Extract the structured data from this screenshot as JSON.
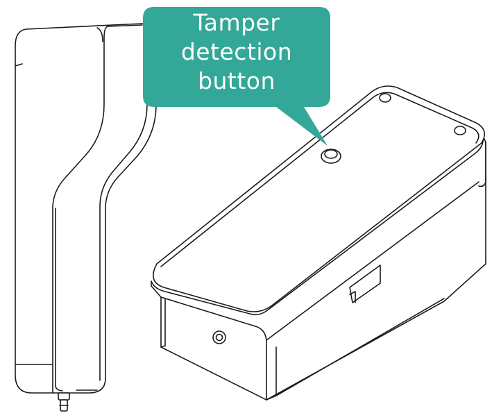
{
  "callout": {
    "lines": [
      "Tamper",
      "detection",
      "button"
    ],
    "bg_color": "#33a898",
    "text_color": "#ffffff"
  },
  "diagram": {
    "line_color": "#1a1a1a",
    "fill_color": "#ffffff",
    "icons": [
      "mounting-bracket",
      "device-body",
      "tamper-button"
    ]
  }
}
